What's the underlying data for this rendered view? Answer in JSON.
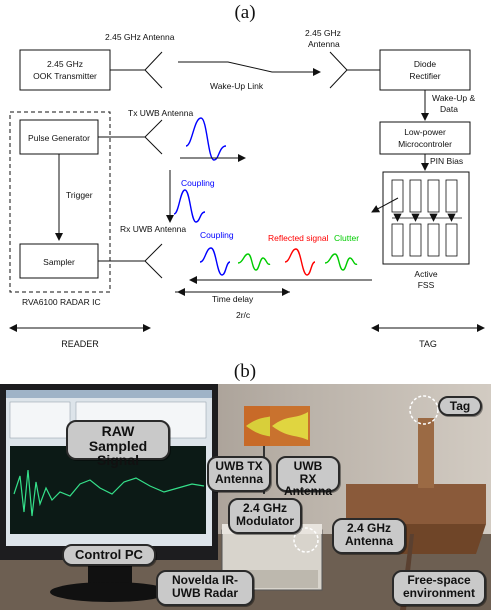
{
  "part_a": {
    "label": "(a)",
    "transmitter": "2.45 GHz OOK Transmitter",
    "transmitter_line1": "2.45 GHz",
    "transmitter_line2": "OOK Transmitter",
    "reader_antenna": "2.45 GHz Antenna",
    "wakeup_link": "Wake-Up Link",
    "tag_antenna_line1": "2.45 GHz",
    "tag_antenna_line2": "Antenna",
    "rectifier_line1": "Diode",
    "rectifier_line2": "Rectifier",
    "wakeup_data_line1": "Wake-Up &",
    "wakeup_data_line2": "Data",
    "micro_line1": "Low-power",
    "micro_line2": "Microcontroler",
    "pin_bias": "PIN Bias",
    "tx_antenna": "Tx UWB Antenna",
    "pulse_generator": "Pulse Generator",
    "trigger": "Trigger",
    "sampler": "Sampler",
    "rx_antenna": "Rx UWB Antenna",
    "coupling_small": "Coupling",
    "coupling": "Coupling",
    "reflected": "Reflected signal",
    "clutter": "Clutter",
    "fss_line1": "Active",
    "fss_line2": "FSS",
    "time_delay": "Time delay",
    "round_trip": "2r/c",
    "radar_ic": "RVA6100 RADAR IC",
    "reader": "READER",
    "tag": "TAG",
    "colors": {
      "coupling": "#0000ff",
      "reflected": "#ff0000",
      "clutter": "#00cc00"
    }
  },
  "part_b": {
    "label": "(b)",
    "callouts": {
      "raw_line1": "RAW Sampled",
      "raw_line2": "Signal",
      "tx_line1": "UWB TX",
      "tx_line2": "Antenna",
      "rx_line1": "UWB RX",
      "rx_line2": "Antenna",
      "tag": "Tag",
      "mod_line1": "2.4 GHz",
      "mod_line2": "Modulator",
      "ant_line1": "2.4 GHz",
      "ant_line2": "Antenna",
      "pc": "Control PC",
      "radar_line1": "Novelda IR-",
      "radar_line2": "UWB Radar",
      "env_line1": "Free-space",
      "env_line2": "environment"
    }
  }
}
